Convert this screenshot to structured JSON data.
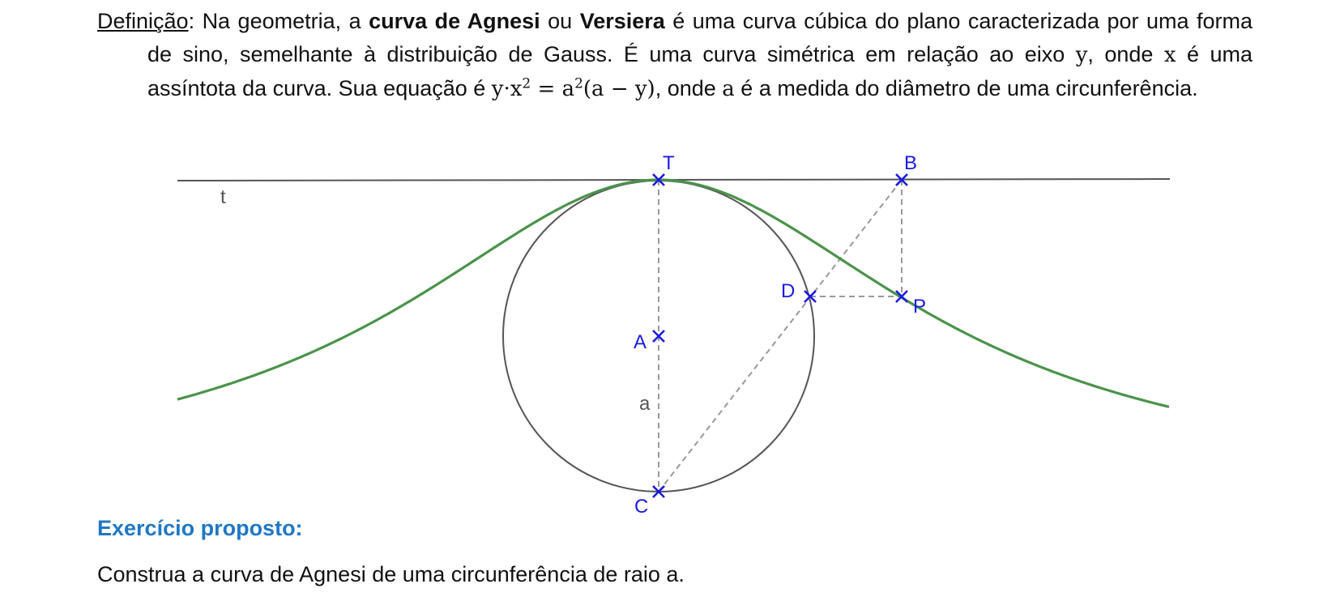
{
  "definition": {
    "label": "Definição",
    "sep": ": ",
    "part1": "Na geometria, a ",
    "term1": "curva de Agnesi",
    "part2": " ou ",
    "term2": "Versiera",
    "part3": " é uma curva cúbica do plano caracterizada por uma forma de sino, semelhante à distribuição de Gauss. É uma curva simétrica em relação ao eixo ",
    "axis_y": "y",
    "part4": ", onde ",
    "axis_x": "x",
    "part5": " é uma assíntota da curva. Sua equação é ",
    "eq_a": "y·x",
    "eq_exp1": "2",
    "eq_b": " = a",
    "eq_exp2": "2",
    "eq_c": "(a − y)",
    "part6": ", onde ",
    "var_a": "a",
    "part7": " é a medida do diâmetro de uma circunferência."
  },
  "figure": {
    "labels": {
      "t": "t",
      "T": "T",
      "B": "B",
      "D": "D",
      "P": "P",
      "A": "A",
      "a": "a",
      "C": "C"
    },
    "colors": {
      "curve": "#4a934a",
      "points": "#1a1ae6",
      "lines": "#555555",
      "dashed": "#999999",
      "label_gray": "#555555"
    }
  },
  "exercise": {
    "title": "Exercício proposto:",
    "text": "Construa a curva de Agnesi de uma circunferência de raio a."
  }
}
